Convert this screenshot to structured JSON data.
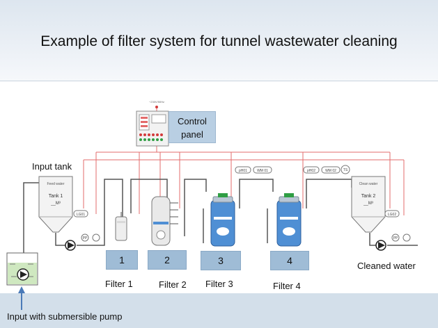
{
  "header": {
    "title": "Example of filter system for tunnel wastewater cleaning"
  },
  "control_panel": {
    "line1": "Control",
    "line2": "panel",
    "power": "~230V/50Hz"
  },
  "input_tank": {
    "label": "Input tank",
    "inner_title": "Feed water",
    "inner_name": "Tank 1",
    "inner_unit": "__M³"
  },
  "output_tank": {
    "label": "Cleaned water",
    "inner_title": "Clean water",
    "inner_name": "Tank 2",
    "inner_unit": "__M³"
  },
  "filters": [
    {
      "number": "1",
      "caption": "Filter 1"
    },
    {
      "number": "2",
      "caption": "Filter 2"
    },
    {
      "number": "3",
      "caption": "Filter 3"
    },
    {
      "number": "4",
      "caption": "Filter 4"
    }
  ],
  "instruments": {
    "ph1": "pH01",
    "wm1": "WM 01",
    "ph2": "pH02",
    "wm2": "WM 02",
    "ts": "TS",
    "lg1": "LG01",
    "lg2": "LG02",
    "pp": "PP"
  },
  "pump_note": "Input with submersible pump",
  "colors": {
    "pipe": "#555555",
    "signal": "#e36b6b",
    "filter_fill": "#4f8fd4",
    "label_fill": "#9fbcd6"
  }
}
